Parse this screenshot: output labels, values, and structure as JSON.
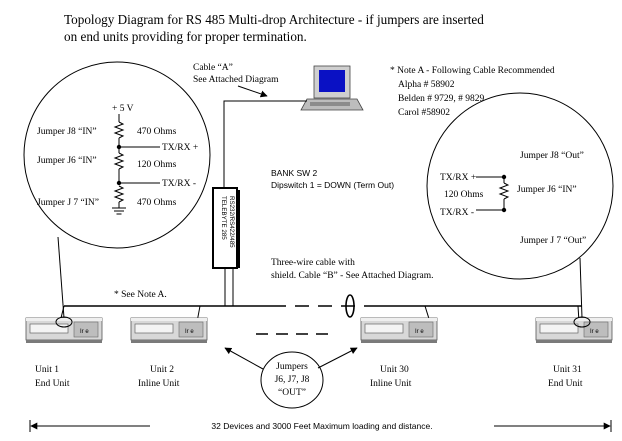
{
  "title": {
    "line1": "Topology Diagram for RS 485 Multi-drop Architecture - if jumpers are inserted",
    "line2": "on end units providing for proper termination."
  },
  "cable_a": {
    "line1": "Cable “A”",
    "line2": "See Attached Diagram"
  },
  "note_a": {
    "heading": "* Note A - Following Cable Recommended",
    "cables": [
      "Alpha # 58902",
      "Belden # 9729, # 9829",
      "Carol  #58902"
    ]
  },
  "left_circle": {
    "supply": "+ 5 V",
    "jumper_j8": "Jumper J8 “IN”",
    "jumper_j6": "Jumper J6 “IN”",
    "jumper_j7": "Jumper J 7 “IN”",
    "r_top": "470 Ohms",
    "r_mid": "120 Ohms",
    "r_bot": "470 Ohms",
    "txrx_plus": "TX/RX +",
    "txrx_minus": "TX/RX -"
  },
  "right_circle": {
    "jumper_j8": "Jumper J8 “Out”",
    "jumper_j6": "Jumper J6 “IN”",
    "jumper_j7": "Jumper J 7 “Out”",
    "resistor": "120 Ohms",
    "txrx_plus": "TX/RX +",
    "txrx_minus": "TX/RX -"
  },
  "bank": {
    "line1": "BANK SW 2",
    "line2": "Dipswitch 1 = DOWN (Term Out)"
  },
  "converter": {
    "line1": "TELEBYTE 285",
    "line2": "RS232/RS422/485"
  },
  "cable_b": {
    "line1": "Three-wire cable with",
    "line2": "shield. Cable “B” - See Attached Diagram."
  },
  "see_note": "* See Note A.",
  "units": [
    {
      "name": "Unit 1",
      "role": "End Unit",
      "badge": "Ir e"
    },
    {
      "name": "Unit 2",
      "role": "Inline Unit",
      "badge": "Ir e"
    },
    {
      "name": "Unit 30",
      "role": "Inline Unit",
      "badge": "Ir e"
    },
    {
      "name": "Unit 31",
      "role": "End Unit",
      "badge": "Ir e"
    }
  ],
  "jumpers_bubble": [
    "Jumpers",
    "J6, J7, J8",
    "“OUT”"
  ],
  "bottom_caption": "32 Devices and 3000 Feet Maximum loading and distance."
}
